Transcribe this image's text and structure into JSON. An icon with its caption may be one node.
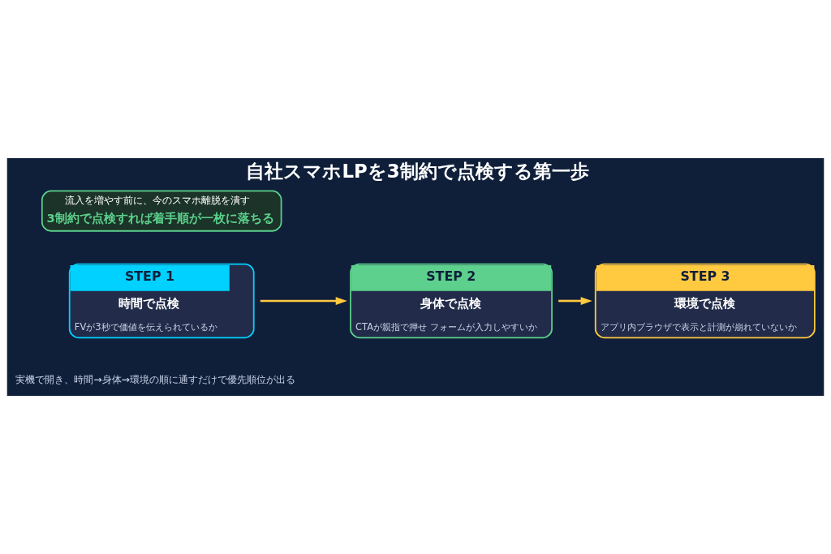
{
  "diagram": {
    "title": "自社スマホLPを3制約で点検する第一歩",
    "nodes": [
      {
        "text": [
          "STEP 1",
          "時間で点検",
          "FVが3秒で価値を伝えられているか"
        ]
      },
      {
        "text": [
          "STEP 2",
          "身体で点検",
          "CTAが親指で押せ フォームが入力しやすいか"
        ]
      },
      {
        "text": [
          "STEP 3",
          "環境で点検",
          "アプリ内ブラウザで表示と計測が崩れていないか"
        ]
      },
      {
        "text": [
          "流入を増やす前に、今のスマホ離脱を潰す",
          "3制約で点検すれば着手順が一枚に落ちる"
        ]
      }
    ],
    "edges": [
      {
        "from": 0,
        "to": 1,
        "arrow": "to"
      },
      {
        "from": 1,
        "to": 2,
        "arrow": "to"
      }
    ],
    "labels": [
      "実機で開き、時間→身体→環境の順に通すだけで優先順位が出る"
    ]
  }
}
